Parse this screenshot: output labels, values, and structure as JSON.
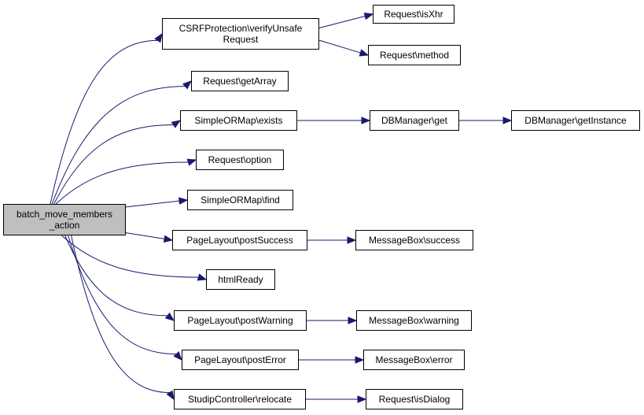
{
  "diagram": {
    "colors": {
      "edge": "#191970",
      "root_fill": "#bfbfbf",
      "node_fill": "#ffffff",
      "border": "#000000"
    },
    "nodes": {
      "root": "batch_move_members\n_action",
      "csrf": "CSRFProtection\\verifyUnsafe\nRequest",
      "isxhr": "Request\\isXhr",
      "method": "Request\\method",
      "getarray": "Request\\getArray",
      "exists": "SimpleORMap\\exists",
      "dbget": "DBManager\\get",
      "getinstance": "DBManager\\getInstance",
      "option": "Request\\option",
      "find": "SimpleORMap\\find",
      "postsuccess": "PageLayout\\postSuccess",
      "mbsuccess": "MessageBox\\success",
      "htmlready": "htmlReady",
      "postwarning": "PageLayout\\postWarning",
      "mbwarning": "MessageBox\\warning",
      "posterror": "PageLayout\\postError",
      "mberror": "MessageBox\\error",
      "relocate": "StudipController\\relocate",
      "isdialog": "Request\\isDialog"
    },
    "edges": [
      [
        "root",
        "csrf"
      ],
      [
        "root",
        "getarray"
      ],
      [
        "root",
        "exists"
      ],
      [
        "root",
        "option"
      ],
      [
        "root",
        "find"
      ],
      [
        "root",
        "postsuccess"
      ],
      [
        "root",
        "htmlready"
      ],
      [
        "root",
        "postwarning"
      ],
      [
        "root",
        "posterror"
      ],
      [
        "root",
        "relocate"
      ],
      [
        "csrf",
        "isxhr"
      ],
      [
        "csrf",
        "method"
      ],
      [
        "exists",
        "dbget"
      ],
      [
        "dbget",
        "getinstance"
      ],
      [
        "postsuccess",
        "mbsuccess"
      ],
      [
        "postwarning",
        "mbwarning"
      ],
      [
        "posterror",
        "mberror"
      ],
      [
        "relocate",
        "isdialog"
      ]
    ]
  }
}
